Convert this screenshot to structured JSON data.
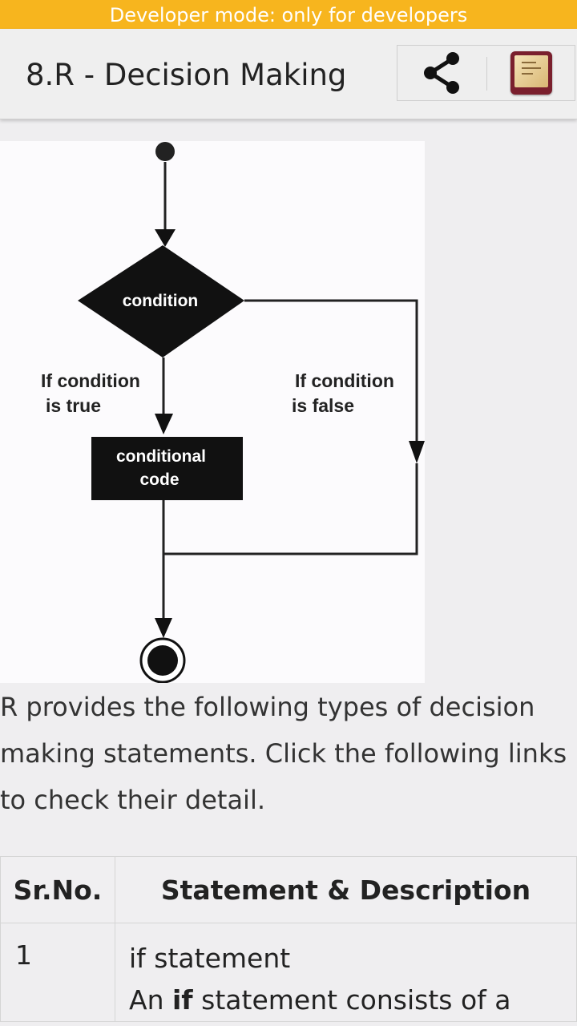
{
  "dev_banner": "Developer mode: only for developers",
  "header": {
    "title": "8.R - Decision Making",
    "share_icon": "share-icon",
    "book_icon": "book-icon"
  },
  "flowchart": {
    "decision": "condition",
    "true_label_1": "If condition",
    "true_label_2": "is true",
    "false_label_1": "If condition",
    "false_label_2": "is false",
    "process_1": "conditional",
    "process_2": "code"
  },
  "intro": "R provides the following types of decision making statements. Click the following links to check their detail.",
  "table": {
    "headers": [
      "Sr.No.",
      "Statement & Description"
    ],
    "rows": [
      {
        "num": "1",
        "title": "if statement",
        "desc_prefix": "An ",
        "desc_bold": "if",
        "desc_suffix": " statement consists of a"
      }
    ]
  },
  "colors": {
    "dev_banner": "#f7b51e",
    "book": "#7a1f2d"
  }
}
